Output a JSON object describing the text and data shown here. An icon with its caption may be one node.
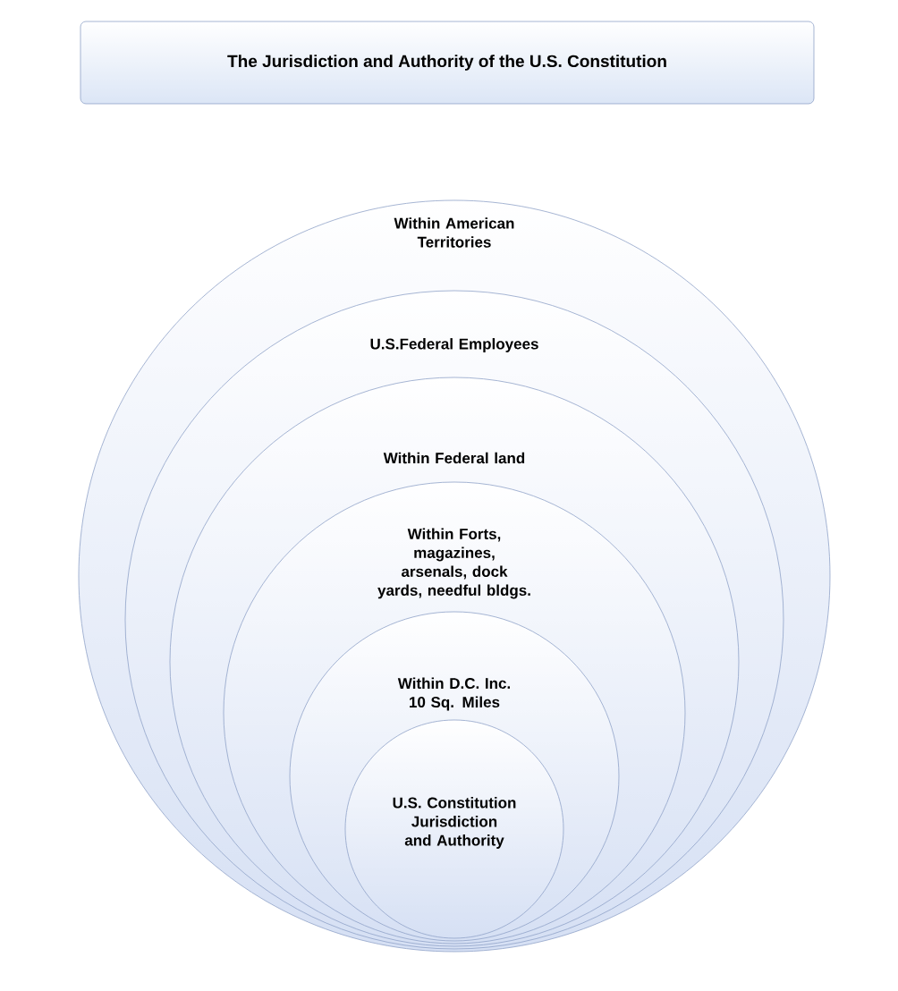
{
  "diagram": {
    "title": "The Jurisdiction and Authority of the U.S. Constitution",
    "nodes": [
      {
        "text": [
          "Within American Territories"
        ]
      },
      {
        "text": [
          "U.S.Federal Employees"
        ],
        "in": 0
      },
      {
        "text": [
          "Within Federal land"
        ],
        "in": 1
      },
      {
        "text": [
          "Within Forts, magazines, arsenals, dock yards, needful bldgs."
        ],
        "in": 2
      },
      {
        "text": [
          "Within D.C. Inc. 10 Sq. Miles"
        ],
        "in": 3
      },
      {
        "text": [
          "U.S. Constitution Jurisdiction and Authority"
        ],
        "in": 4
      }
    ]
  }
}
